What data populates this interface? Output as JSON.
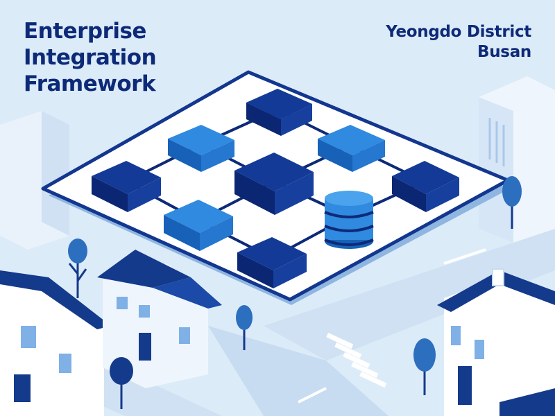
{
  "title": {
    "lines": [
      "Enterprise",
      "Integration",
      "Framework"
    ]
  },
  "location": {
    "district": "Yeongdo District",
    "city": "Busan"
  },
  "colors": {
    "background": "#dcebf8",
    "text": "#0d2a78",
    "block_dark": "#0f3591",
    "block_light": "#2d86d9",
    "platform": "#ffffff",
    "connector": "#0d2a78",
    "building": "#ffffff",
    "roof": "#143a8c",
    "window": "#7fb0e6",
    "tree": "#2d6fbf",
    "road": "#c7dcf1"
  },
  "icons": {
    "database": "database-icon",
    "integration_node": "integration-node-icon"
  }
}
